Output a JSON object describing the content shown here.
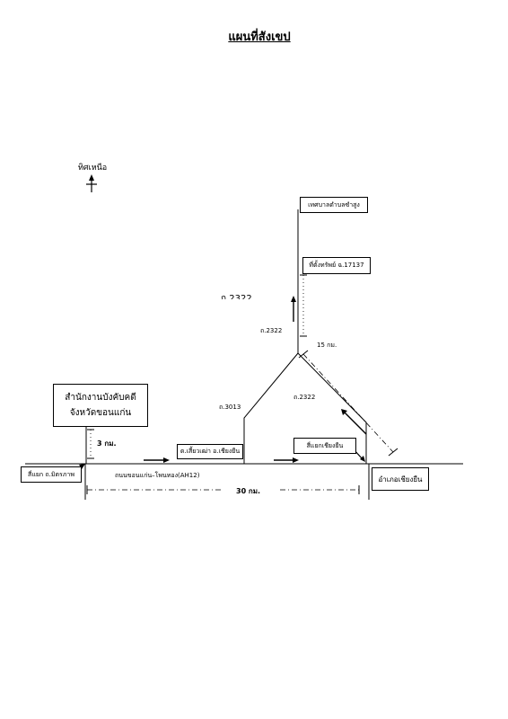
{
  "title": "แผนที่สังเขป",
  "north": {
    "label": "ทิศเหนือ"
  },
  "places": {
    "office_line1": "สำนักงานบังคับคดี",
    "office_line2": "จังหวัดขอนแก่น",
    "junction_mittraphap": "สี่แยก ถ.มิตรภาพ",
    "tambon_kham_sung": "เทศบาลตำบลซำสูง",
    "property": "ที่ตั้งทรัพย์ ฉ.17137",
    "ban_laopao": "ต.เสี้ยวเฒ่า อ.เชียงยืน",
    "junction_chiangyuen": "สี่แยกเชียงยืน",
    "amphoe_chiangyuen": "อำเภอเชียงยืน"
  },
  "roads": {
    "main_road": "ถนนขอนแก่น–โพนทอง(AH12)",
    "r2322_cut": "ถ.2322",
    "r2322_upper": "ถ.2322",
    "r2322_lower": "ถ.2322",
    "r3013": "ถ.3013"
  },
  "distances": {
    "office_spur": "3 กม.",
    "main_span": "30 กม.",
    "diagonal": "15 กม."
  }
}
